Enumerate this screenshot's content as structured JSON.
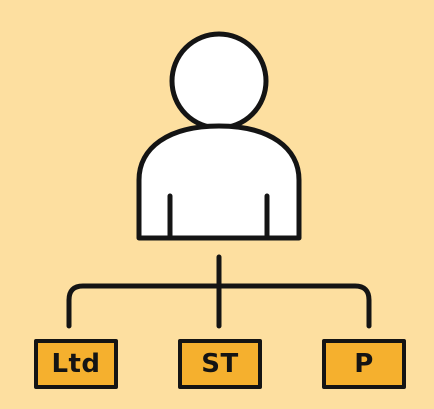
{
  "colors": {
    "background": "#fddfa0",
    "figure_fill": "#ffffff",
    "stroke": "#141414",
    "box_fill": "#f5b02e"
  },
  "icons": {
    "person": "person-icon"
  },
  "boxes": {
    "ltd": "Ltd",
    "st": "ST",
    "p": "P"
  }
}
